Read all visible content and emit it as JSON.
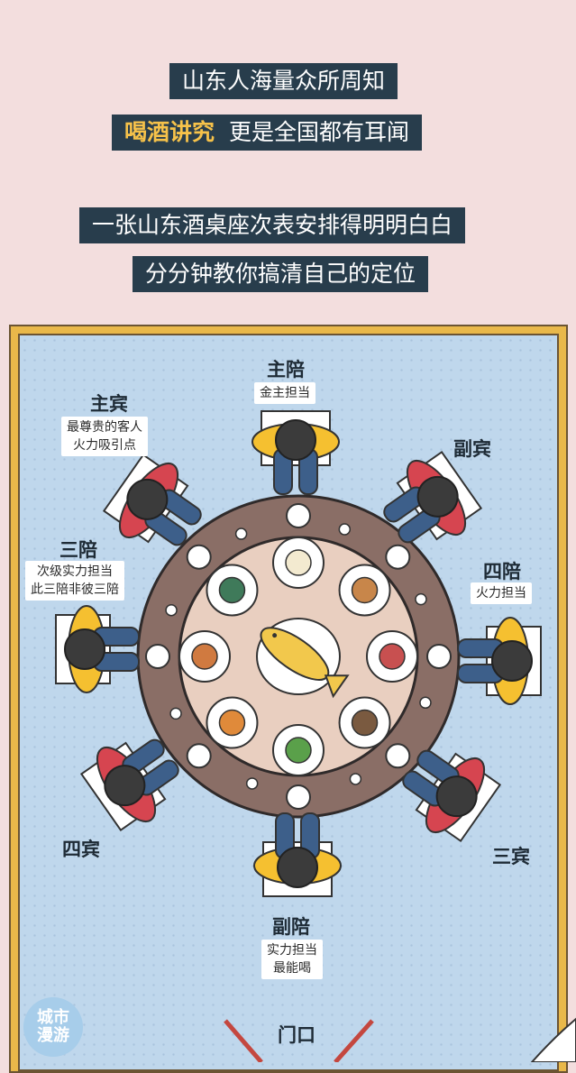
{
  "header": {
    "line1": "山东人海量众所周知",
    "line2_highlight": "喝酒讲究",
    "line2_rest": "更是全国都有耳闻",
    "line3": "一张山东酒桌座次表安排得明明白白",
    "line4": "分分钟教你搞清自己的定位"
  },
  "seats": [
    {
      "id": "zhupei",
      "name": "主陪",
      "notes": [
        "金主担当"
      ]
    },
    {
      "id": "zhubin",
      "name": "主宾",
      "notes": [
        "最尊贵的客人",
        "火力吸引点"
      ]
    },
    {
      "id": "fubin",
      "name": "副宾",
      "notes": []
    },
    {
      "id": "sanpei",
      "name": "三陪",
      "notes": [
        "次级实力担当",
        "此三陪非彼三陪"
      ]
    },
    {
      "id": "sipei",
      "name": "四陪",
      "notes": [
        "火力担当"
      ]
    },
    {
      "id": "sibin",
      "name": "四宾",
      "notes": []
    },
    {
      "id": "sanbin",
      "name": "三宾",
      "notes": []
    },
    {
      "id": "fupei",
      "name": "副陪",
      "notes": [
        "实力担当",
        "最能喝"
      ]
    }
  ],
  "door": "门口",
  "logo": [
    "城市",
    "漫游"
  ],
  "colors": {
    "banner": "#283d4c",
    "highlight": "#f6c24a",
    "host_shirt": "#f5c030",
    "guest_shirt": "#d64550",
    "pants": "#3d5f8a",
    "head": "#3b3b3b",
    "table_ring": "#8a6e66",
    "table_top": "#e9cfc0",
    "floor": "#e9b84a",
    "carpet": "#bfd7ec"
  }
}
